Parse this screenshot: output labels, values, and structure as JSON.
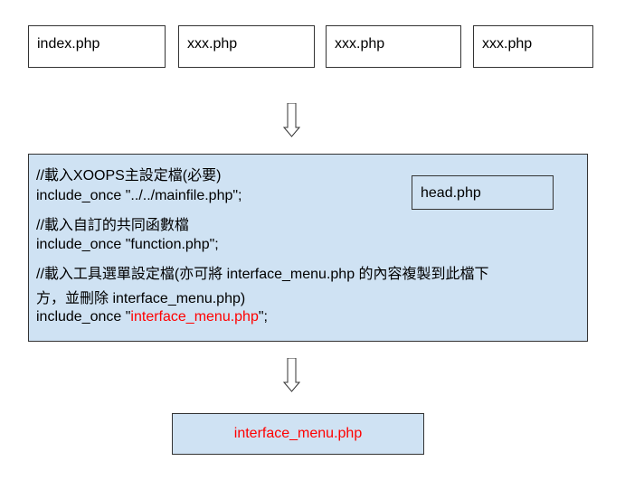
{
  "top_files": [
    "index.php",
    "xxx.php",
    "xxx.php",
    "xxx.php"
  ],
  "main_box": {
    "lines": [
      "//載入XOOPS主設定檔(必要)",
      "include_once \"../../mainfile.php\";",
      "//載入自訂的共同函數檔",
      "include_once \"function.php\";",
      "//載入工具選單設定檔(亦可將 interface_menu.php 的內容複製到此檔下",
      "方，並刪除 interface_menu.php)"
    ],
    "last_line": {
      "prefix": "include_once \"",
      "highlight": "interface_menu.php",
      "suffix": "\";"
    },
    "head_label": "head.php"
  },
  "bottom_box": {
    "label": "interface_menu.php"
  },
  "colors": {
    "box_fill": "#cfe2f3",
    "highlight_text": "#ff0000",
    "border": "#333333"
  }
}
